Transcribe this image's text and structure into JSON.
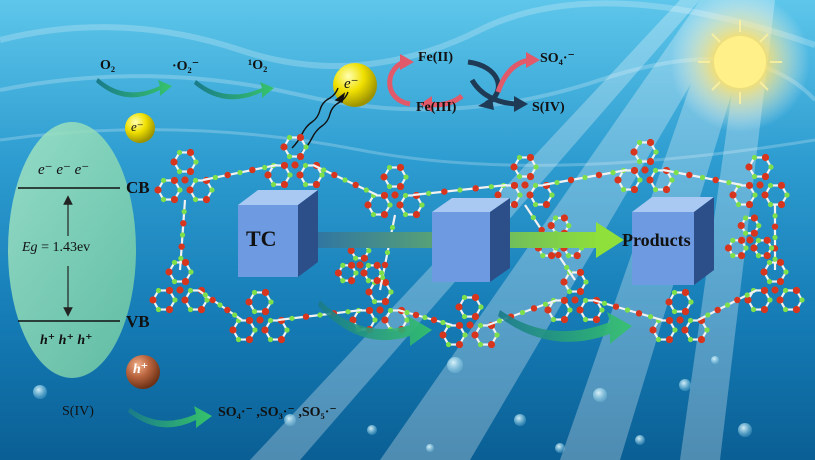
{
  "band": {
    "cb_electrons": "e⁻  e⁻  e⁻",
    "cb_label": "CB",
    "eg_symbol": "Eg",
    "eg_value": "= 1.43ev",
    "vb_label": "VB",
    "vb_holes": "h⁺ h⁺ h⁺"
  },
  "particles": {
    "electron_left": "e⁻",
    "electron_top": "e⁻",
    "hole": "h⁺"
  },
  "oxygen_chain": {
    "o2": "O₂",
    "superoxide": "·O₂⁻",
    "singlet_oxygen": "¹O₂"
  },
  "iron_cycle": {
    "fe2": "Fe(II)",
    "fe3": "Fe(III)",
    "sulfate_radical": "SO₄·⁻",
    "s4": "S(IV)"
  },
  "reaction": {
    "reactant": "TC",
    "product": "Products"
  },
  "sulfite_chain": {
    "s4": "S(IV)",
    "radicals": "SO₄·⁻ ,SO₃·⁻ ,SO₅·⁻"
  },
  "colors": {
    "water_dark": "#0a5b8c",
    "water_light": "#6fd0f0",
    "ellipse": "#8fd9b6",
    "electron": "#f2e600",
    "hole": "#b8643e",
    "cube": "#5b8fd8",
    "arrow_green": "#2fb86a",
    "cycle_red": "#e25a6a",
    "cycle_dark": "#1f3a55",
    "node_red": "#d8351f",
    "node_green": "#7ee04a"
  }
}
